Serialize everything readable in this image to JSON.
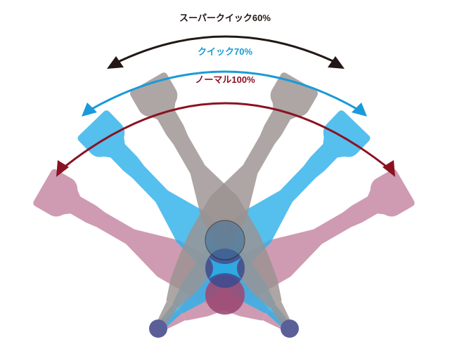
{
  "labels": {
    "super_quick": "スーパークイック60%",
    "quick": "クイック70%",
    "normal": "ノーマル100%"
  },
  "colors": {
    "super_quick": "#9b9391",
    "super_quick_arrow": "#231815",
    "quick": "#2fb1ea",
    "quick_arrow": "#1a9ad9",
    "normal": "#c68aa5",
    "normal_arrow": "#8b1222",
    "joint_top": "#3d6f9a",
    "joint_mid": "#3c4a8e",
    "joint_bottom": "#9b4a74",
    "pivot": "#5b5f98"
  },
  "icons": {
    "arrowheads": "triangle-arrowhead-icon",
    "pivots": "circle-pivot-icon"
  }
}
